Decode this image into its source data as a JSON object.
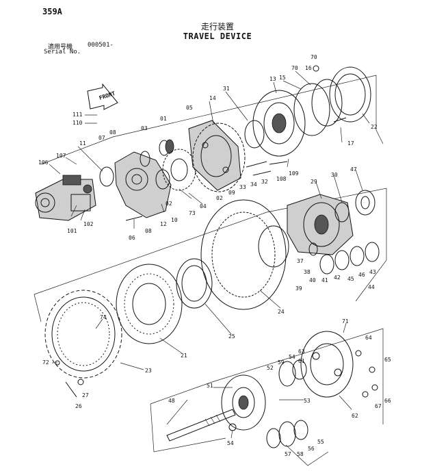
{
  "header": {
    "page_code": "359A",
    "title_jp": "走行装置",
    "title_en": "TRAVEL DEVICE",
    "serial_label_jp": "適用号機",
    "serial_value": "000501-",
    "serial_label_en": "Serial No."
  },
  "front_label": "FRONT",
  "labels": {
    "p01": "01",
    "p02": "02",
    "p02b": "02",
    "p03": "03",
    "p04": "04",
    "p05": "05",
    "p06": "06",
    "p07": "07",
    "p08": "08",
    "p08b": "08",
    "p09": "09",
    "p10": "10",
    "p11": "11",
    "p12": "12",
    "p13": "13",
    "p14": "14",
    "p15": "15",
    "p16": "16",
    "p17": "17",
    "p21": "21",
    "p22": "22",
    "p23": "23",
    "p24": "24",
    "p25": "25",
    "p26": "26",
    "p27": "27",
    "p29": "29",
    "p30": "30",
    "p31": "31",
    "p32": "32",
    "p33": "33",
    "p34": "34",
    "p37": "37",
    "p38": "38",
    "p39": "39",
    "p40": "40",
    "p41": "41",
    "p42": "42",
    "p43": "43",
    "p44": "44",
    "p45": "45",
    "p46": "46",
    "p47": "47",
    "p48": "48",
    "p51": "51",
    "p52": "52",
    "p53": "53",
    "p54": "54",
    "p54b": "54",
    "p55": "55",
    "p56": "56",
    "p57": "57",
    "p58": "58",
    "p59": "59",
    "p61": "61",
    "p62": "62",
    "p63": "63",
    "p64": "64",
    "p65": "65",
    "p66": "66",
    "p67": "67",
    "p70": "70",
    "p70b": "70",
    "p71": "71",
    "p72": "72",
    "p73": "73",
    "p74": "74",
    "p101": "101",
    "p102": "102",
    "p106": "106",
    "p107": "107",
    "p108": "108",
    "p109": "109",
    "p110": "110",
    "p111": "111"
  }
}
